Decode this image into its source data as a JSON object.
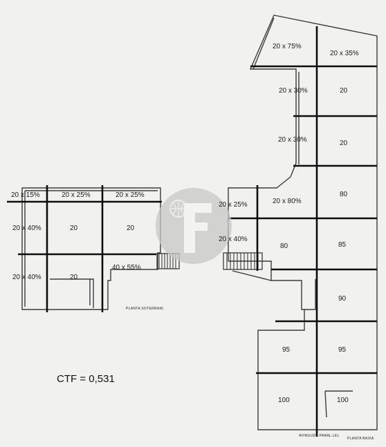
{
  "basement": {
    "name": "PLANTA SOTERRANI",
    "cells": [
      "20 x 15%",
      "20 x 25%",
      "20 x 25%",
      "20 x 40%",
      "20",
      "20",
      "20 x 40%",
      "20",
      "40 x 55%"
    ]
  },
  "ground": {
    "name": "PLANTA BAIXA",
    "street": "AVINGUDA PARAL.LEL",
    "cells": [
      "20 x 75%",
      "20 x 35%",
      "20 x 30%",
      "20",
      "20 x 30%",
      "20",
      "80",
      "20 x 25%",
      "20 x 80%",
      "20 x 40%",
      "80",
      "85",
      "90",
      "95",
      "95",
      "100",
      "100"
    ]
  },
  "ctf": "CTF = 0,531",
  "colors": {
    "watermark": "#c8c8c8",
    "background": "#f1f1ef"
  },
  "icons": {
    "watermark": "watermark-logo-icon",
    "stairs": "stairs-icon"
  }
}
